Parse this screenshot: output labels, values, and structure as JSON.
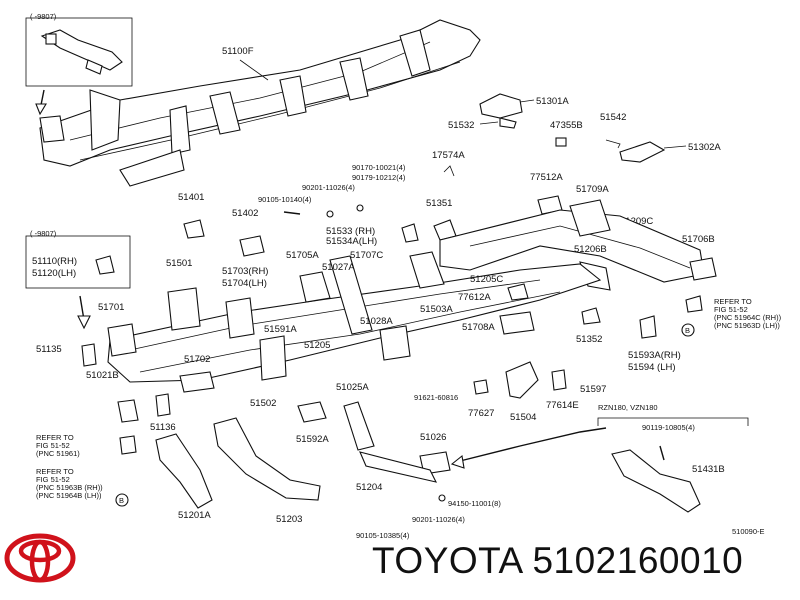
{
  "brand": "TOYOTA",
  "part_number": "5102160010",
  "brand_color": "#d0121b",
  "footer_code": "510090-E",
  "ranges": {
    "top_left": "(    -9807)",
    "mid_left": "(    -9807)"
  },
  "model_note": "RZN180, VZN180",
  "refer_notes": {
    "r1": [
      "REFER TO",
      "FIG 51-52",
      "(PNC 51964C (RH))",
      "(PNC 51963D (LH))"
    ],
    "r2": [
      "REFER TO",
      "FIG 51-52",
      "(PNC 51961)"
    ],
    "r3": [
      "REFER TO",
      "FIG 51-52",
      "(PNC 51963B (RH))",
      "(PNC 51964B (LH))"
    ]
  },
  "labels": {
    "l51100F": "51100F",
    "l51301A": "51301A",
    "l51532": "51532",
    "l47355B": "47355B",
    "l51542": "51542",
    "l51302A": "51302A",
    "l17574A": "17574A",
    "l90170": "90170-10021(4)",
    "l90179": "90179-10212(4)",
    "l90201a": "90201-11026(4)",
    "l90105a": "90105-10140(4)",
    "l51401": "51401",
    "l51402": "51402",
    "l51351": "51351",
    "l77512A": "77512A",
    "l51709A": "51709A",
    "l51209C": "51209C",
    "l51706B": "51706B",
    "l51110": "51110(RH)",
    "l51120": "51120(LH)",
    "l51533": "51533 (RH)",
    "l51534A": "51534A(LH)",
    "l51206B": "51206B",
    "l51501": "51501",
    "l51705A": "51705A",
    "l51707C": "51707C",
    "l51027A": "51027A",
    "l51205C": "51205C",
    "l51703": "51703(RH)",
    "l51704": "51704(LH)",
    "l77612A": "77612A",
    "l51503A": "51503A",
    "l51701": "51701",
    "l51591A": "51591A",
    "l51028A": "51028A",
    "l51708A": "51708A",
    "l51352": "51352",
    "l51593A": "51593A(RH)",
    "l51594": "51594 (LH)",
    "l51135": "51135",
    "l51205": "51205",
    "l51702": "51702",
    "l51021B": "51021B",
    "l91621": "91621-60816",
    "l51597": "51597",
    "l51502": "51502",
    "l51025A": "51025A",
    "l77627": "77627",
    "l51504": "51504",
    "l77614E": "77614E",
    "l51136": "51136",
    "l90119": "90119-10805(4)",
    "l51592A": "51592A",
    "l51026": "51026",
    "l51431B": "51431B",
    "l51204": "51204",
    "l94150": "94150-11001(8)",
    "l51201A": "51201A",
    "l51203": "51203",
    "l90105b": "90105-10385(4)",
    "l90201b": "90201-11026(4)"
  },
  "markers": {
    "b": "B"
  }
}
